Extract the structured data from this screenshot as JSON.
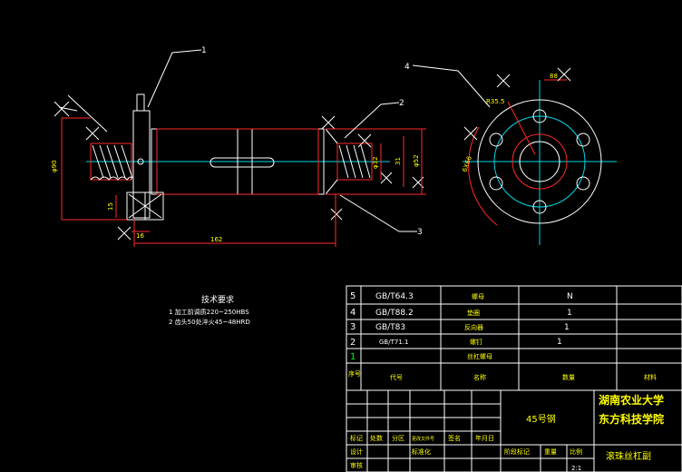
{
  "balloons": {
    "b1": "1",
    "b2": "2",
    "b3": "3"
  },
  "dims": {
    "d90": "φ90",
    "d32": "φ32",
    "d31": "31",
    "d52": "φ52",
    "d15": "15",
    "d16": "16",
    "d162": "162",
    "dR": "R35.5",
    "d6x": "6X66",
    "d88": "88"
  },
  "tech": {
    "title": "技术要求",
    "line1": "1  加工前调质220~250HBS",
    "line2": "2  齿头50处淬火45~48HRD"
  },
  "bom": {
    "rows": [
      {
        "no": "5",
        "code": "GB/T64.3",
        "name": "螺母",
        "qty": "N"
      },
      {
        "no": "4",
        "code": "GB/T88.2",
        "name": "垫圈",
        "qty": "1"
      },
      {
        "no": "3",
        "code": "GB/T83",
        "name": "反向器",
        "qty": "1"
      },
      {
        "no": "2",
        "code": "GB/T71.1",
        "name": "螺钉",
        "qty": "1"
      },
      {
        "no": "1",
        "code": "",
        "name": "丝杠螺母",
        "qty": ""
      }
    ],
    "header": {
      "no": "序号",
      "code": "代号",
      "name": "名称",
      "qty": "数量",
      "material": "材料"
    }
  },
  "title_block": {
    "material": "45号钢",
    "school1": "湖南农业大学",
    "school2": "东方科技学院",
    "drawing": "滚珠丝杠副",
    "small1": "标记",
    "small2": "处数",
    "small3": "分区",
    "small4": "更改文件号",
    "small5": "签名",
    "small6": "年月日",
    "small7": "设计",
    "small8": "标准化",
    "small9": "审核",
    "small10": "比例",
    "small11": "阶段标记",
    "small12": "重量",
    "scale": "2:1"
  }
}
